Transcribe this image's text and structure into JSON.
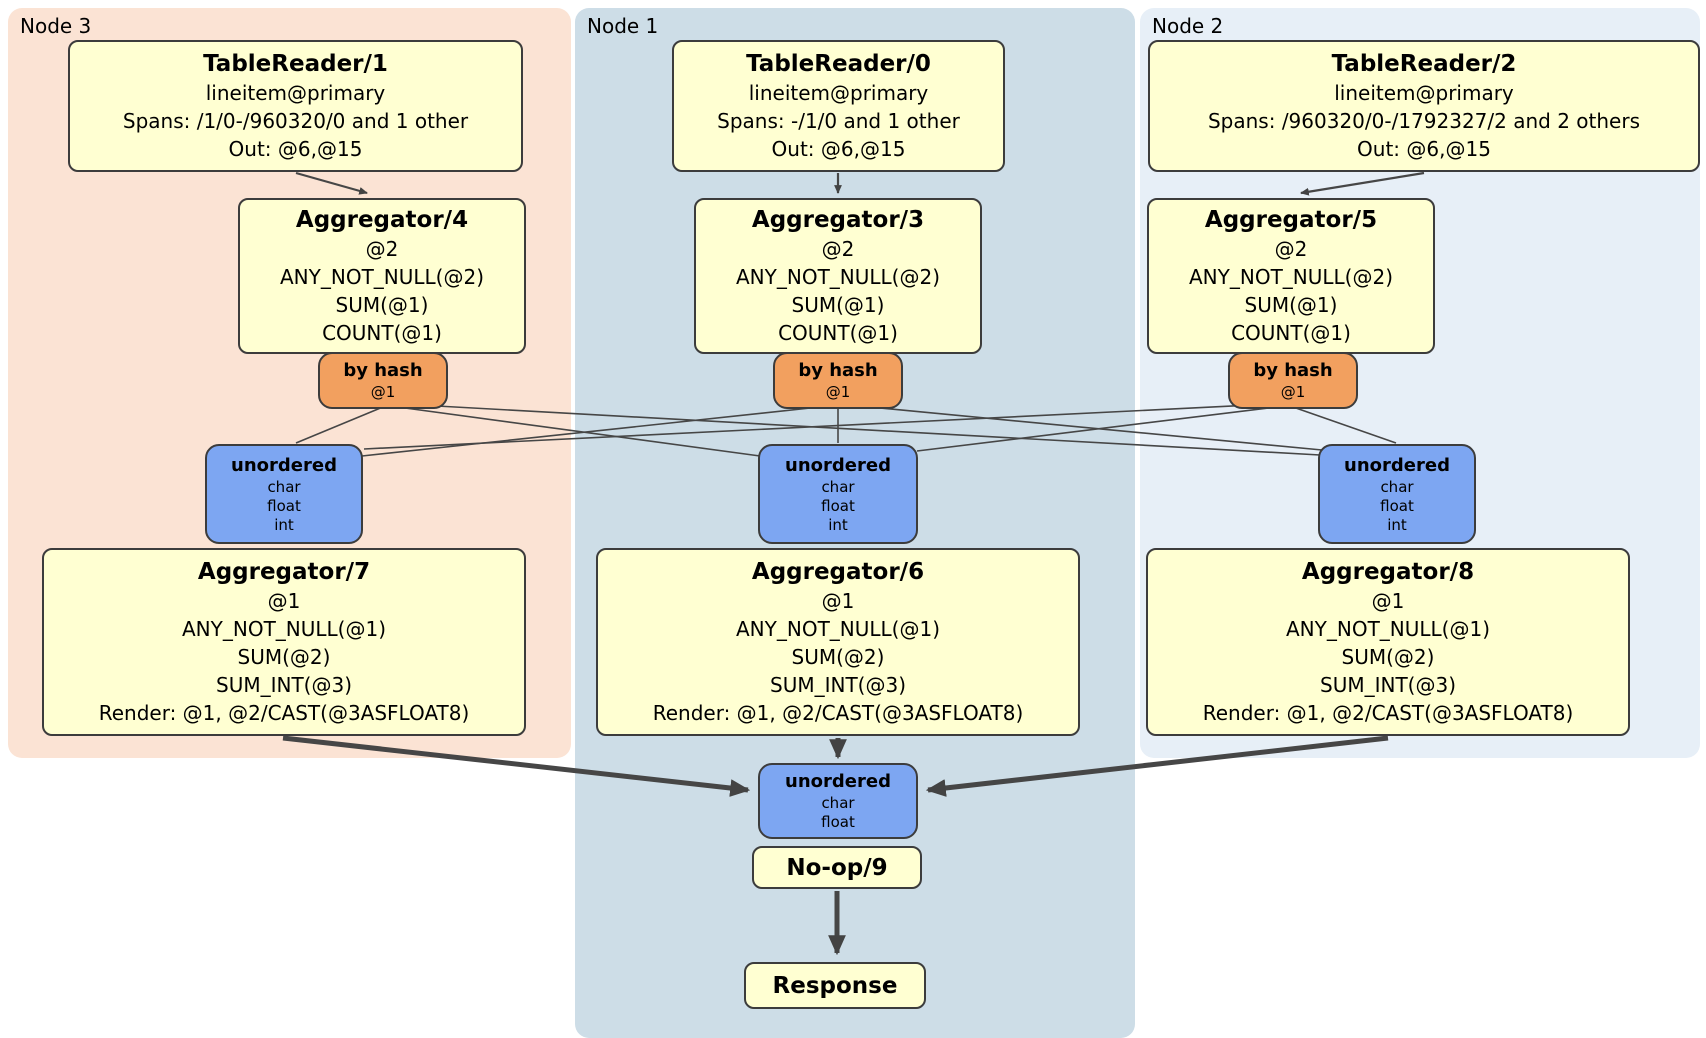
{
  "panels": {
    "node3": {
      "label": "Node 3"
    },
    "node1": {
      "label": "Node 1"
    },
    "node2": {
      "label": "Node 2"
    }
  },
  "colors": {
    "node3_bg": "#fbe3d4",
    "node1_bg": "#cddde7",
    "node2_bg": "#e7eff7",
    "processor_bg": "#ffffd2",
    "router_bg": "#f2a05f",
    "sync_bg": "#7da6f2",
    "border_color": "#3c3c3c",
    "edge_color": "#464646"
  },
  "boxes": {
    "tr1": {
      "title": "TableReader/1",
      "lines": [
        "lineitem@primary",
        "Spans: /1/0-/960320/0 and 1 other",
        "Out: @6,@15"
      ]
    },
    "tr0": {
      "title": "TableReader/0",
      "lines": [
        "lineitem@primary",
        "Spans: -/1/0 and 1 other",
        "Out: @6,@15"
      ]
    },
    "tr2": {
      "title": "TableReader/2",
      "lines": [
        "lineitem@primary",
        "Spans: /960320/0-/1792327/2 and 2 others",
        "Out: @6,@15"
      ]
    },
    "agg4": {
      "title": "Aggregator/4",
      "lines": [
        "@2",
        "ANY_NOT_NULL(@2)",
        "SUM(@1)",
        "COUNT(@1)"
      ]
    },
    "agg3": {
      "title": "Aggregator/3",
      "lines": [
        "@2",
        "ANY_NOT_NULL(@2)",
        "SUM(@1)",
        "COUNT(@1)"
      ]
    },
    "agg5": {
      "title": "Aggregator/5",
      "lines": [
        "@2",
        "ANY_NOT_NULL(@2)",
        "SUM(@1)",
        "COUNT(@1)"
      ]
    },
    "hash3": {
      "title": "by hash",
      "lines": [
        "@1"
      ]
    },
    "hash1": {
      "title": "by hash",
      "lines": [
        "@1"
      ]
    },
    "hash2": {
      "title": "by hash",
      "lines": [
        "@1"
      ]
    },
    "sync3": {
      "title": "unordered",
      "lines": [
        "char",
        "float",
        "int"
      ]
    },
    "sync1": {
      "title": "unordered",
      "lines": [
        "char",
        "float",
        "int"
      ]
    },
    "sync2": {
      "title": "unordered",
      "lines": [
        "char",
        "float",
        "int"
      ]
    },
    "agg7": {
      "title": "Aggregator/7",
      "lines": [
        "@1",
        "ANY_NOT_NULL(@1)",
        "SUM(@2)",
        "SUM_INT(@3)",
        "Render: @1, @2/CAST(@3ASFLOAT8)"
      ]
    },
    "agg6": {
      "title": "Aggregator/6",
      "lines": [
        "@1",
        "ANY_NOT_NULL(@1)",
        "SUM(@2)",
        "SUM_INT(@3)",
        "Render: @1, @2/CAST(@3ASFLOAT8)"
      ]
    },
    "agg8": {
      "title": "Aggregator/8",
      "lines": [
        "@1",
        "ANY_NOT_NULL(@1)",
        "SUM(@2)",
        "SUM_INT(@3)",
        "Render: @1, @2/CAST(@3ASFLOAT8)"
      ]
    },
    "sync_final": {
      "title": "unordered",
      "lines": [
        "char",
        "float"
      ]
    },
    "noop": {
      "title": "No-op/9"
    },
    "response": {
      "title": "Response"
    }
  }
}
